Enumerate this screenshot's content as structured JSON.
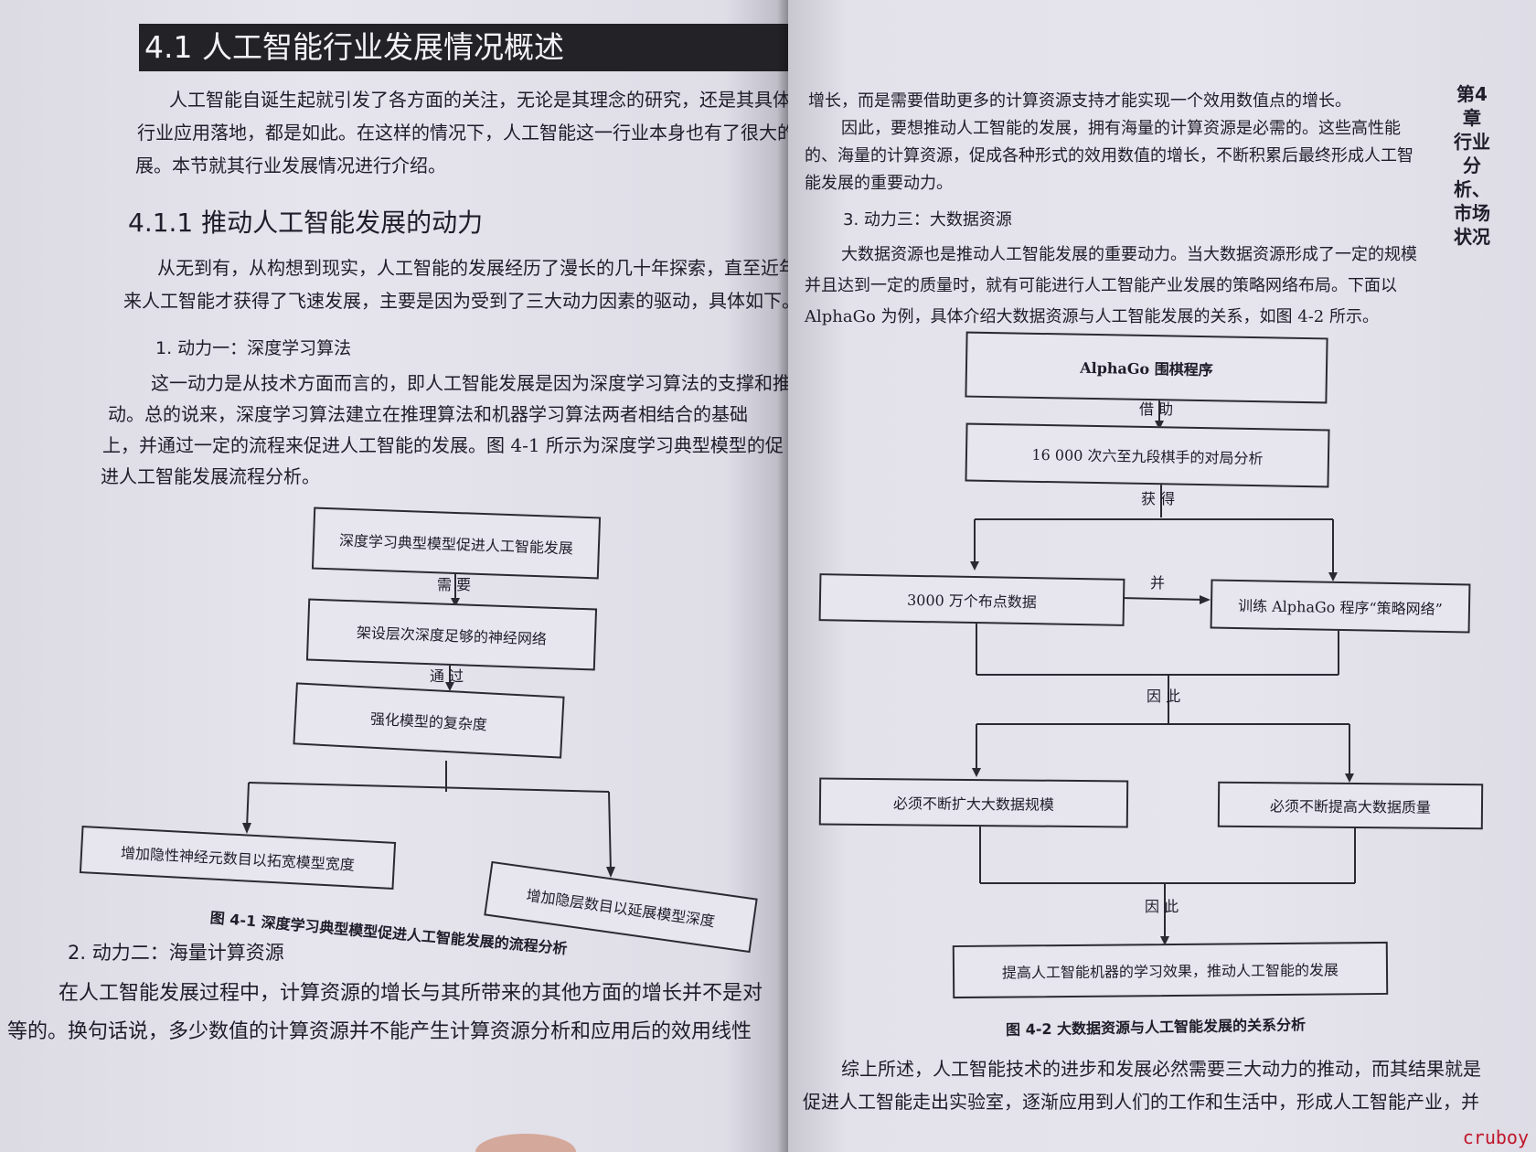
{
  "left_page": {
    "section_title": "4.1   人工智能行业发展情况概述",
    "intro": [
      "人工智能自诞生起就引发了各方面的关注，无论是其理念的研究，还是其具体",
      "行业应用落地，都是如此。在这样的情况下，人工智能这一行业本身也有了很大的发",
      "展。本节就其行业发展情况进行介绍。"
    ],
    "subsection_title": "4.1.1   推动人工智能发展的动力",
    "sub_intro": [
      "从无到有，从构想到现实，人工智能的发展经历了漫长的几十年探索，直至近年",
      "来人工智能才获得了飞速发展，主要是因为受到了三大动力因素的驱动，具体如下。"
    ],
    "heading_1": "1. 动力一：深度学习算法",
    "para_1": [
      "这一动力是从技术方面而言的，即人工智能发展是因为深度学习算法的支撑和推",
      "动。总的说来，深度学习算法建立在推理算法和机器学习算法两者相结合的基础",
      "上，并通过一定的流程来促进人工智能的发展。图 4-1 所示为深度学习典型模型的促",
      "进人工智能发展流程分析。"
    ],
    "fig1": {
      "box_top": "深度学习典型模型促进人工智能发展",
      "label_1": "需  要",
      "box_2": "架设层次深度足够的神经网络",
      "label_2": "通  过",
      "box_3": "强化模型的复杂度",
      "box_left": "增加隐性神经元数目以拓宽模型宽度",
      "box_right": "增加隐层数目以延展模型深度",
      "caption": "图 4-1   深度学习典型模型促进人工智能发展的流程分析"
    },
    "heading_2": "2. 动力二：海量计算资源",
    "para_2": [
      "在人工智能发展过程中，计算资源的增长与其所带来的其他方面的增长并不是对",
      "等的。换句话说，多少数值的计算资源并不能产生计算资源分析和应用后的效用线性"
    ]
  },
  "right_page": {
    "para_top": [
      "增长，而是需要借助更多的计算资源支持才能实现一个效用数值点的增长。",
      "因此，要想推动人工智能的发展，拥有海量的计算资源是必需的。这些高性能",
      "的、海量的计算资源，促成各种形式的效用数值的增长，不断积累后最终形成人工智",
      "能发展的重要动力。"
    ],
    "heading_3": "3. 动力三：大数据资源",
    "para_3": [
      "大数据资源也是推动人工智能发展的重要动力。当大数据资源形成了一定的规模",
      "并且达到一定的质量时，就有可能进行人工智能产业发展的策略网络布局。下面以",
      "AlphaGo 为例，具体介绍大数据资源与人工智能发展的关系，如图 4-2 所示。"
    ],
    "fig2": {
      "box_top": "AlphaGo 围棋程序",
      "label_1": "借  助",
      "box_2": "16 000 次六至九段棋手的对局分析",
      "label_2": "获  得",
      "box_left": "3000 万个布点数据",
      "label_and": "并",
      "box_right": "训练 AlphaGo 程序“策略网络”",
      "label_3": "因  此",
      "box_left2": "必须不断扩大大数据规模",
      "box_right2": "必须不断提高大数据质量",
      "label_4": "因  此",
      "box_bottom": "提高人工智能机器的学习效果，推动人工智能的发展",
      "caption": "图 4-2   大数据资源与人工智能发展的关系分析"
    },
    "para_end": [
      "综上所述，人工智能技术的进步和发展必然需要三大动力的推动，而其结果就是",
      "促进人工智能走出实验室，逐渐应用到人们的工作和生活中，形成人工智能产业，并"
    ],
    "chapter_tab": "第4章 行业分析、市场状况"
  },
  "watermark": "cruboy"
}
